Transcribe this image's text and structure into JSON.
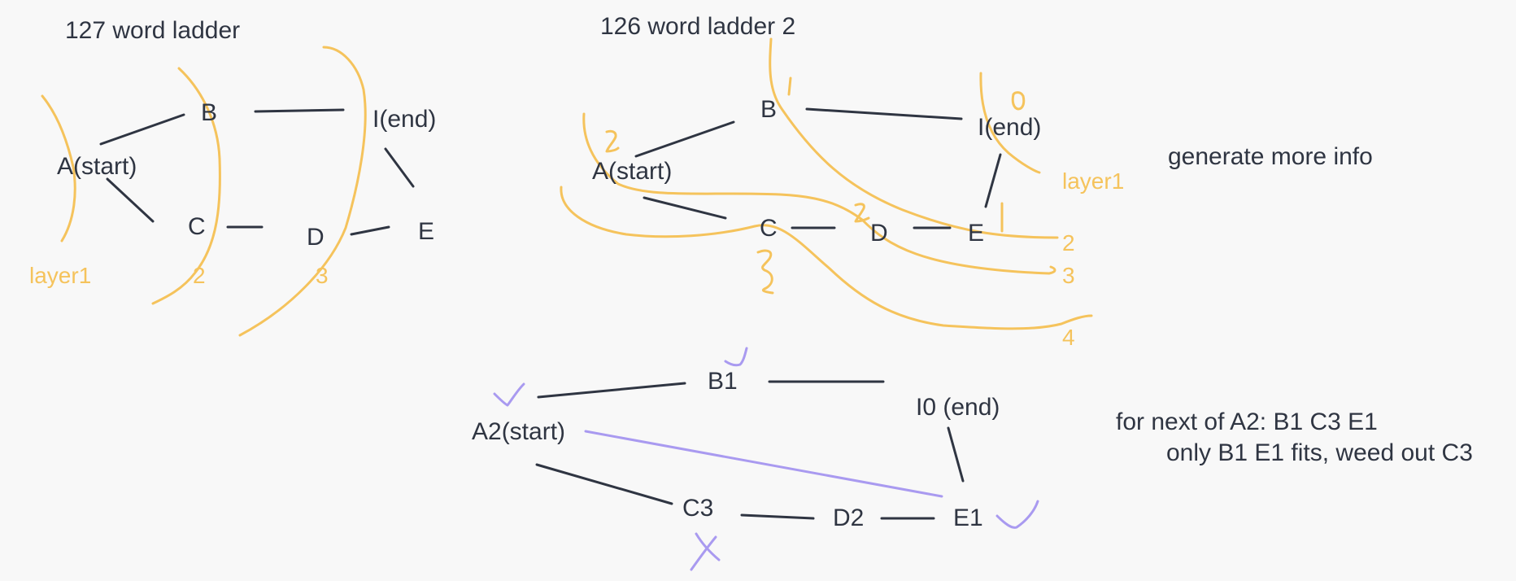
{
  "diagram1": {
    "title": "127 word ladder",
    "nodes": {
      "a": "A(start)",
      "b": "B",
      "c": "C",
      "d": "D",
      "e": "E",
      "i": "I(end)"
    },
    "layer_labels": [
      "layer1",
      "2",
      "3"
    ]
  },
  "diagram2": {
    "title": "126 word ladder 2",
    "nodes": {
      "a": "A(start)",
      "b": "B",
      "c": "C",
      "d": "D",
      "e": "E",
      "i": "I(end)"
    },
    "layer_labels": [
      "layer1",
      "2",
      "3",
      "4"
    ],
    "note": "generate more info"
  },
  "diagram3": {
    "nodes": {
      "a2": "A2(start)",
      "b1": "B1",
      "c3": "C3",
      "d2": "D2",
      "e1": "E1",
      "i0": "I0 (end)"
    },
    "note_line1": "for next of A2: B1 C3 E1",
    "note_line2": "only B1 E1 fits, weed out C3"
  },
  "colors": {
    "ink": "#2f3542",
    "highlight_yellow": "#f5c35c",
    "highlight_purple": "#a99af0",
    "background": "#f8f8f8"
  }
}
